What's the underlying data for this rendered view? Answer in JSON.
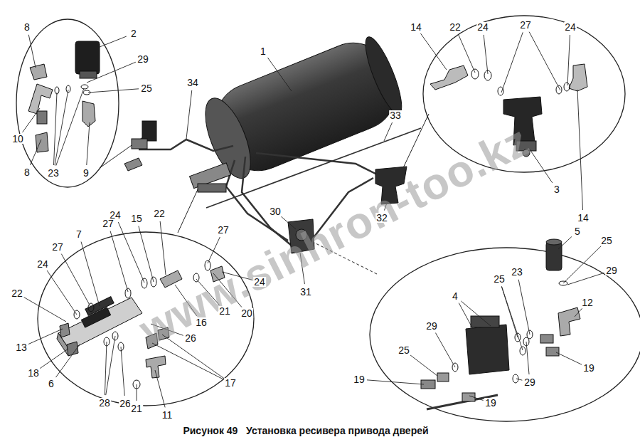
{
  "diagram": {
    "caption": "Рисунок 49   Установка ресивера привода дверей",
    "labels": [
      "8",
      "2",
      "29",
      "25",
      "34",
      "1",
      "10",
      "8",
      "23",
      "9",
      "14",
      "22",
      "24",
      "27",
      "24",
      "33",
      "3",
      "14",
      "30",
      "32",
      "31",
      "24",
      "15",
      "22",
      "27",
      "7",
      "27",
      "27",
      "24",
      "22",
      "24",
      "21",
      "20",
      "16",
      "26",
      "13",
      "18",
      "6",
      "17",
      "28",
      "26",
      "21",
      "11",
      "5",
      "25",
      "29",
      "23",
      "25",
      "12",
      "4",
      "29",
      "25",
      "19",
      "19",
      "29",
      "19",
      "www.sinhron-too.kz"
    ]
  }
}
